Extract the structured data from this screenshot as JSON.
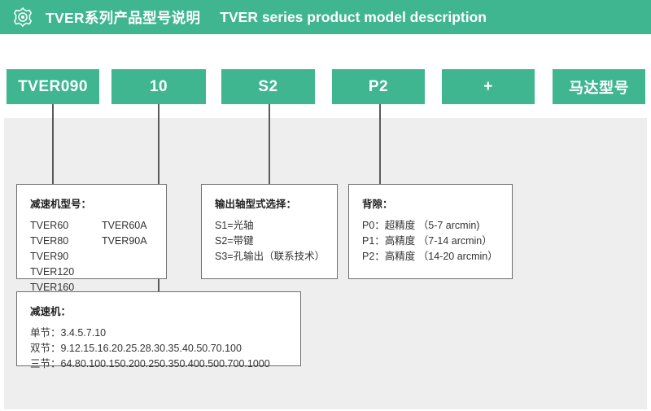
{
  "header": {
    "icon": "gear-icon",
    "title_cn": "TVER系列产品型号说明",
    "title_en": "TVER series product model description",
    "background_color": "#3fb68f",
    "text_color": "#ffffff"
  },
  "model_code": {
    "bar_color": "#3fb68f",
    "segments": [
      {
        "label": "TVER090",
        "is_cjk": false
      },
      {
        "label": "10",
        "is_cjk": false
      },
      {
        "label": "S2",
        "is_cjk": false
      },
      {
        "label": "P2",
        "is_cjk": false
      },
      {
        "label": "+",
        "is_cjk": false
      },
      {
        "label": "马达型号",
        "is_cjk": true
      }
    ]
  },
  "boxes": {
    "gearbox_model": {
      "title": "减速机型号：",
      "rows": [
        {
          "col1": "TVER60",
          "col2": "TVER60A"
        },
        {
          "col1": "TVER80",
          "col2": "TVER90A"
        },
        {
          "col1": "TVER90",
          "col2": ""
        },
        {
          "col1": "TVER120",
          "col2": ""
        },
        {
          "col1": "TVER160",
          "col2": ""
        }
      ]
    },
    "output_shaft": {
      "title": "输出轴型式选择：",
      "lines": [
        "S1=光轴",
        "S2=带键",
        "S3=孔输出（联系技术）"
      ]
    },
    "backlash": {
      "title": "背隙：",
      "lines": [
        "P0：超精度 （5-7 arcmin)",
        "P1：高精度 （7-14 arcmin）",
        "P2：高精度 （14-20 arcmin）"
      ]
    },
    "ratio": {
      "title": "减速机：",
      "lines": [
        "单节：3.4.5.7.10",
        "双节：9.12.15.16.20.25.28.30.35.40.50.70.100",
        "三节：64.80.100.150.200.250.350.400.500.700.1000"
      ]
    }
  },
  "canvas": {
    "background_color": "#eeeeee"
  }
}
